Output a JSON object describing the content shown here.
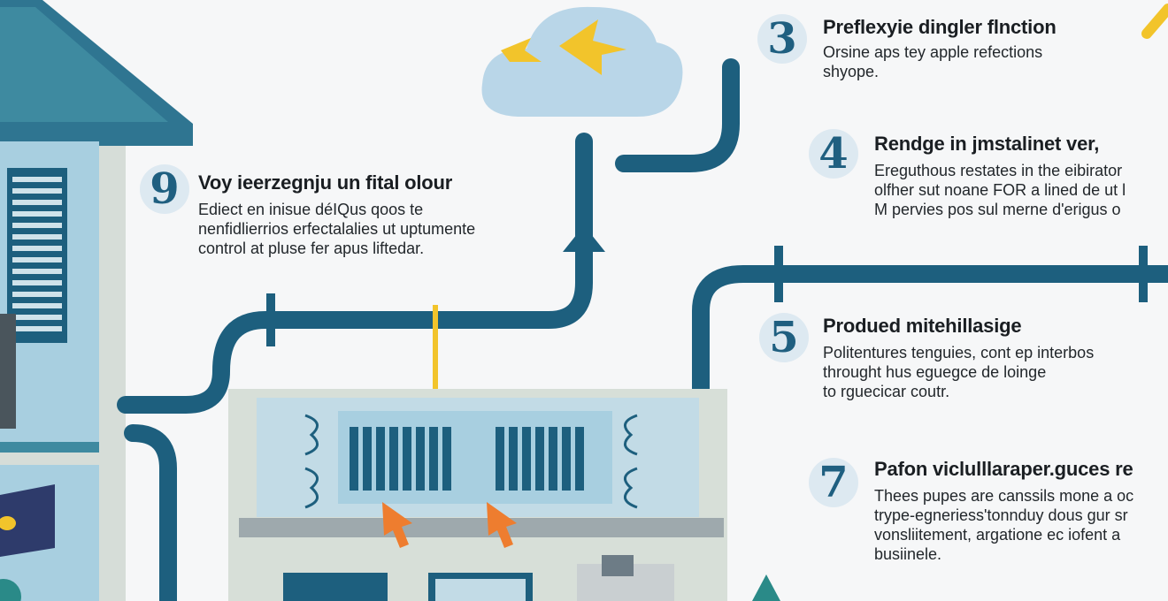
{
  "steps": [
    {
      "number": "9",
      "title": "Voy ieerzegnju un fital olour",
      "lines": [
        "Ediect en inisue déIQus qoos te",
        "nenfidlierrios erfectalalies ut uptumente",
        "control at pluse fer apus liftedar."
      ]
    },
    {
      "number": "3",
      "title": "Preflexyie dingler flnction",
      "lines": [
        "Orsine aps tey apple refections",
        "shyope."
      ]
    },
    {
      "number": "4",
      "title": "Rendge in jmstalinet ver,",
      "lines": [
        "Ereguthous restates in the eibirator",
        "olfher sut noane FOR a lined de ut l",
        "M pervies pos sul merne d'erigus o"
      ]
    },
    {
      "number": "5",
      "title": "Produed mitehillasige",
      "lines": [
        "Politentures tenguies, cont ep interbos",
        "throught hus eguegce de loinge",
        "to rguecicar coutr."
      ]
    },
    {
      "number": "7",
      "title": "Pafon viclulllaraper.guces re",
      "lines": [
        "Thees pupes are canssils mone a oc",
        "trype-egneriess'tonnduy dous gur sr",
        "vonsliitement, argatione ec iofent a",
        "busiinele."
      ]
    }
  ],
  "colors": {
    "pipe": "#1d5f7e",
    "house": "#3e8aa0",
    "wall": "#d6ddd8",
    "cloud": "#b9d6e8",
    "accent": "#f2c42b",
    "arrow": "#ee7d2f",
    "unit": "#cfe2ea"
  }
}
